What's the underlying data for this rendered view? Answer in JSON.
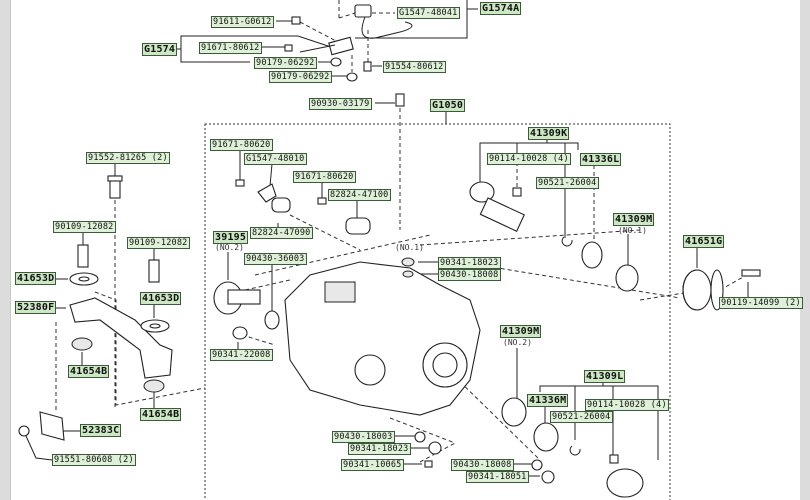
{
  "diagram": {
    "type": "exploded parts diagram",
    "subject": "transfer case / differential assembly"
  },
  "labels": {
    "g1574a": "G1574A",
    "g1547_48041": "G1547-48041",
    "p91611": "91611-G0612",
    "g1574": "G1574",
    "p91671_top": "91671-80612",
    "p90179_a": "90179-06292",
    "p90179_b": "90179-06292",
    "p91554": "91554-80612",
    "p90930": "90930-03179",
    "g1050": "G1050",
    "p91552": "91552-81265 (2)",
    "p90109_a": "90109-12082",
    "p90109_b": "90109-12082",
    "p41653_a": "41653D",
    "p41653_b": "41653D",
    "p52380": "52380F",
    "p41654_a": "41654B",
    "p41654_b": "41654B",
    "p52383": "52383C",
    "p91551": "91551-80608 (2)",
    "p91671_a": "91671-80620",
    "g1547_48010": "G1547-48010",
    "p91671_b": "91671-80620",
    "p82824_47100": "82824-47100",
    "p82824_47090": "82824-47090",
    "p39195": "39195",
    "p39195_note": "(NO.2)",
    "p90430_36003": "90430-36003",
    "no1_note": "(NO.1)",
    "p90341_18023_top": "90341-18023",
    "p90430_18008_top": "90430-18008",
    "p90341_22008": "90341-22008",
    "p90430_18003": "90430-18003",
    "p90341_18023_bot": "90341-18023",
    "p90341_10065": "90341-10065",
    "p90430_18008_bot": "90430-18008",
    "p90341_18051": "90341-18051",
    "p41309k": "41309K",
    "p90114_top": "90114-10028 (4)",
    "p41336l": "41336L",
    "p90521_top": "90521-26004",
    "p41309m_a": "41309M",
    "p41309m_a_note": "(NO.1)",
    "p41651g": "41651G",
    "p90119": "90119-14099 (2)",
    "p41309m_b": "41309M",
    "p41309m_b_note": "(NO.2)",
    "p41309l": "41309L",
    "p41336m": "41336M",
    "p90114_bot": "90114-10028 (4)",
    "p90521_bot": "90521-26004"
  }
}
